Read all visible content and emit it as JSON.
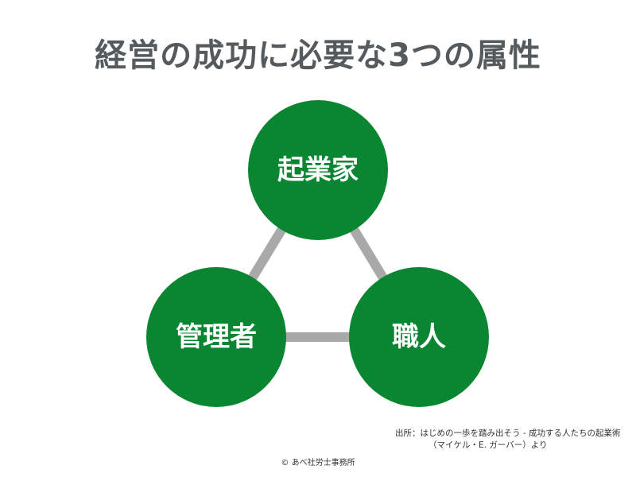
{
  "title": "経営の成功に必要な3つの属性",
  "diagram": {
    "nodes": [
      {
        "label": "起業家"
      },
      {
        "label": "管理者"
      },
      {
        "label": "職人"
      }
    ],
    "node_color": "#0a8531",
    "edge_color": "#a8a9a8"
  },
  "footer": {
    "source_line1": "出所：はじめの一歩を踏み出そう - 成功する人たちの起業術",
    "source_line2": "（マイケル・E. ガーバー）より",
    "copyright": "© あべ社労士事務所"
  }
}
